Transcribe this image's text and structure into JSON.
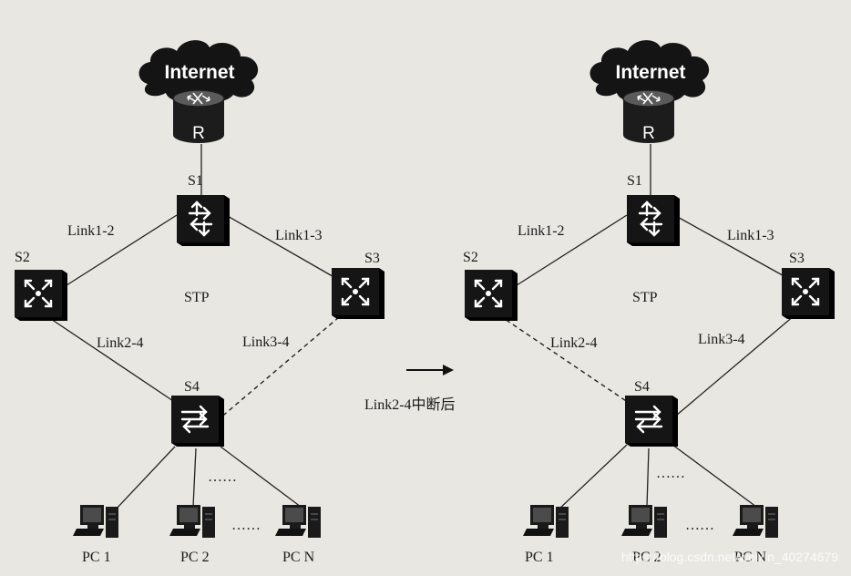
{
  "left_topology": {
    "cloud_label": "Internet",
    "router_label": "R",
    "switches": {
      "s1": "S1",
      "s2": "S2",
      "s3": "S3",
      "s4": "S4"
    },
    "links": {
      "l12": "Link1-2",
      "l13": "Link1-3",
      "l24": "Link2-4",
      "l34": "Link3-4"
    },
    "protocol": "STP",
    "pcs": [
      "PC 1",
      "PC 2",
      "PC N"
    ],
    "ellipsis_upper": "……",
    "ellipsis_lower": "……"
  },
  "right_topology": {
    "cloud_label": "Internet",
    "router_label": "R",
    "switches": {
      "s1": "S1",
      "s2": "S2",
      "s3": "S3",
      "s4": "S4"
    },
    "links": {
      "l12": "Link1-2",
      "l13": "Link1-3",
      "l24": "Link2-4",
      "l34": "Link3-4"
    },
    "protocol": "STP",
    "pcs": [
      "PC 1",
      "PC 2",
      "PC N"
    ],
    "ellipsis_upper": "……",
    "ellipsis_lower": "……"
  },
  "transition": {
    "caption": "Link2-4中断后"
  },
  "watermark": "https://blog.csdn.net/weixin_40274679"
}
